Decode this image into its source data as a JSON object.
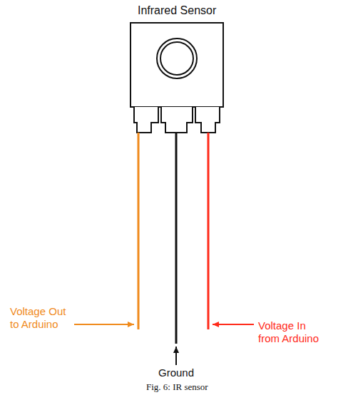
{
  "diagram": {
    "title": "Infrared Sensor",
    "caption": "Fig. 6: IR sensor",
    "labels": [
      "Voltage Out to Arduino",
      "Ground",
      "Voltage In from Arduino"
    ]
  }
}
